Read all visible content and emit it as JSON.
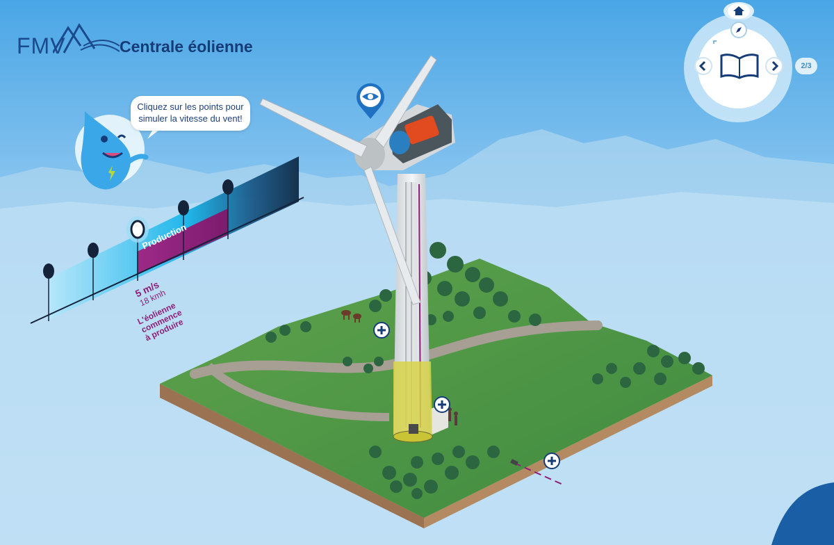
{
  "header": {
    "logo_text": "FMV",
    "title": "Centrale éolienne"
  },
  "mascot": {
    "speech": "Cliquez sur les points pour simuler la vitesse du vent!"
  },
  "wind_scale": {
    "band_label": "Production",
    "selected_speed": "5 m/s",
    "selected_kmh": "18 kmh",
    "selected_note_lines": [
      "L'éolienne",
      "commence",
      "à produire"
    ]
  },
  "nav": {
    "page_indicator": "2/3"
  },
  "colors": {
    "accent": "#8e1e76",
    "navy": "#163c78",
    "cyan": "#1fb3e8"
  }
}
